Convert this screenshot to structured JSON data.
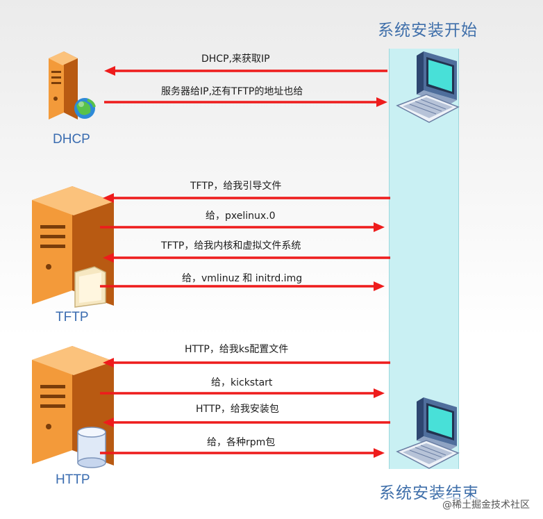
{
  "header": {
    "start_title": "系统安装开始",
    "end_title": "系统安装结束"
  },
  "servers": [
    {
      "label": "DHCP",
      "icon": "server-globe-icon"
    },
    {
      "label": "TFTP",
      "icon": "server-folder-icon"
    },
    {
      "label": "HTTP",
      "icon": "server-database-icon"
    }
  ],
  "messages": [
    {
      "text": "DHCP,来获取IP",
      "direction": "to-server"
    },
    {
      "text": "服务器给IP,还有TFTP的地址也给",
      "direction": "to-client"
    },
    {
      "text": "TFTP，给我引导文件",
      "direction": "to-server"
    },
    {
      "text": "给，pxelinux.0",
      "direction": "to-client"
    },
    {
      "text": "TFTP，给我内核和虚拟文件系统",
      "direction": "to-server"
    },
    {
      "text": "给，vmlinuz 和 initrd.img",
      "direction": "to-client"
    },
    {
      "text": "HTTP，给我ks配置文件",
      "direction": "to-server"
    },
    {
      "text": "给，kickstart",
      "direction": "to-client"
    },
    {
      "text": "HTTP，给我安装包",
      "direction": "to-server"
    },
    {
      "text": "给，各种rpm包",
      "direction": "to-client"
    }
  ],
  "watermark": "@稀土掘金技术社区",
  "colors": {
    "arrow": "#ee1c1c",
    "lifeline": "#c9f0f3",
    "title": "#3f6faa",
    "server_orange": "#f08c2c",
    "label_blue": "#3a6cb0"
  }
}
